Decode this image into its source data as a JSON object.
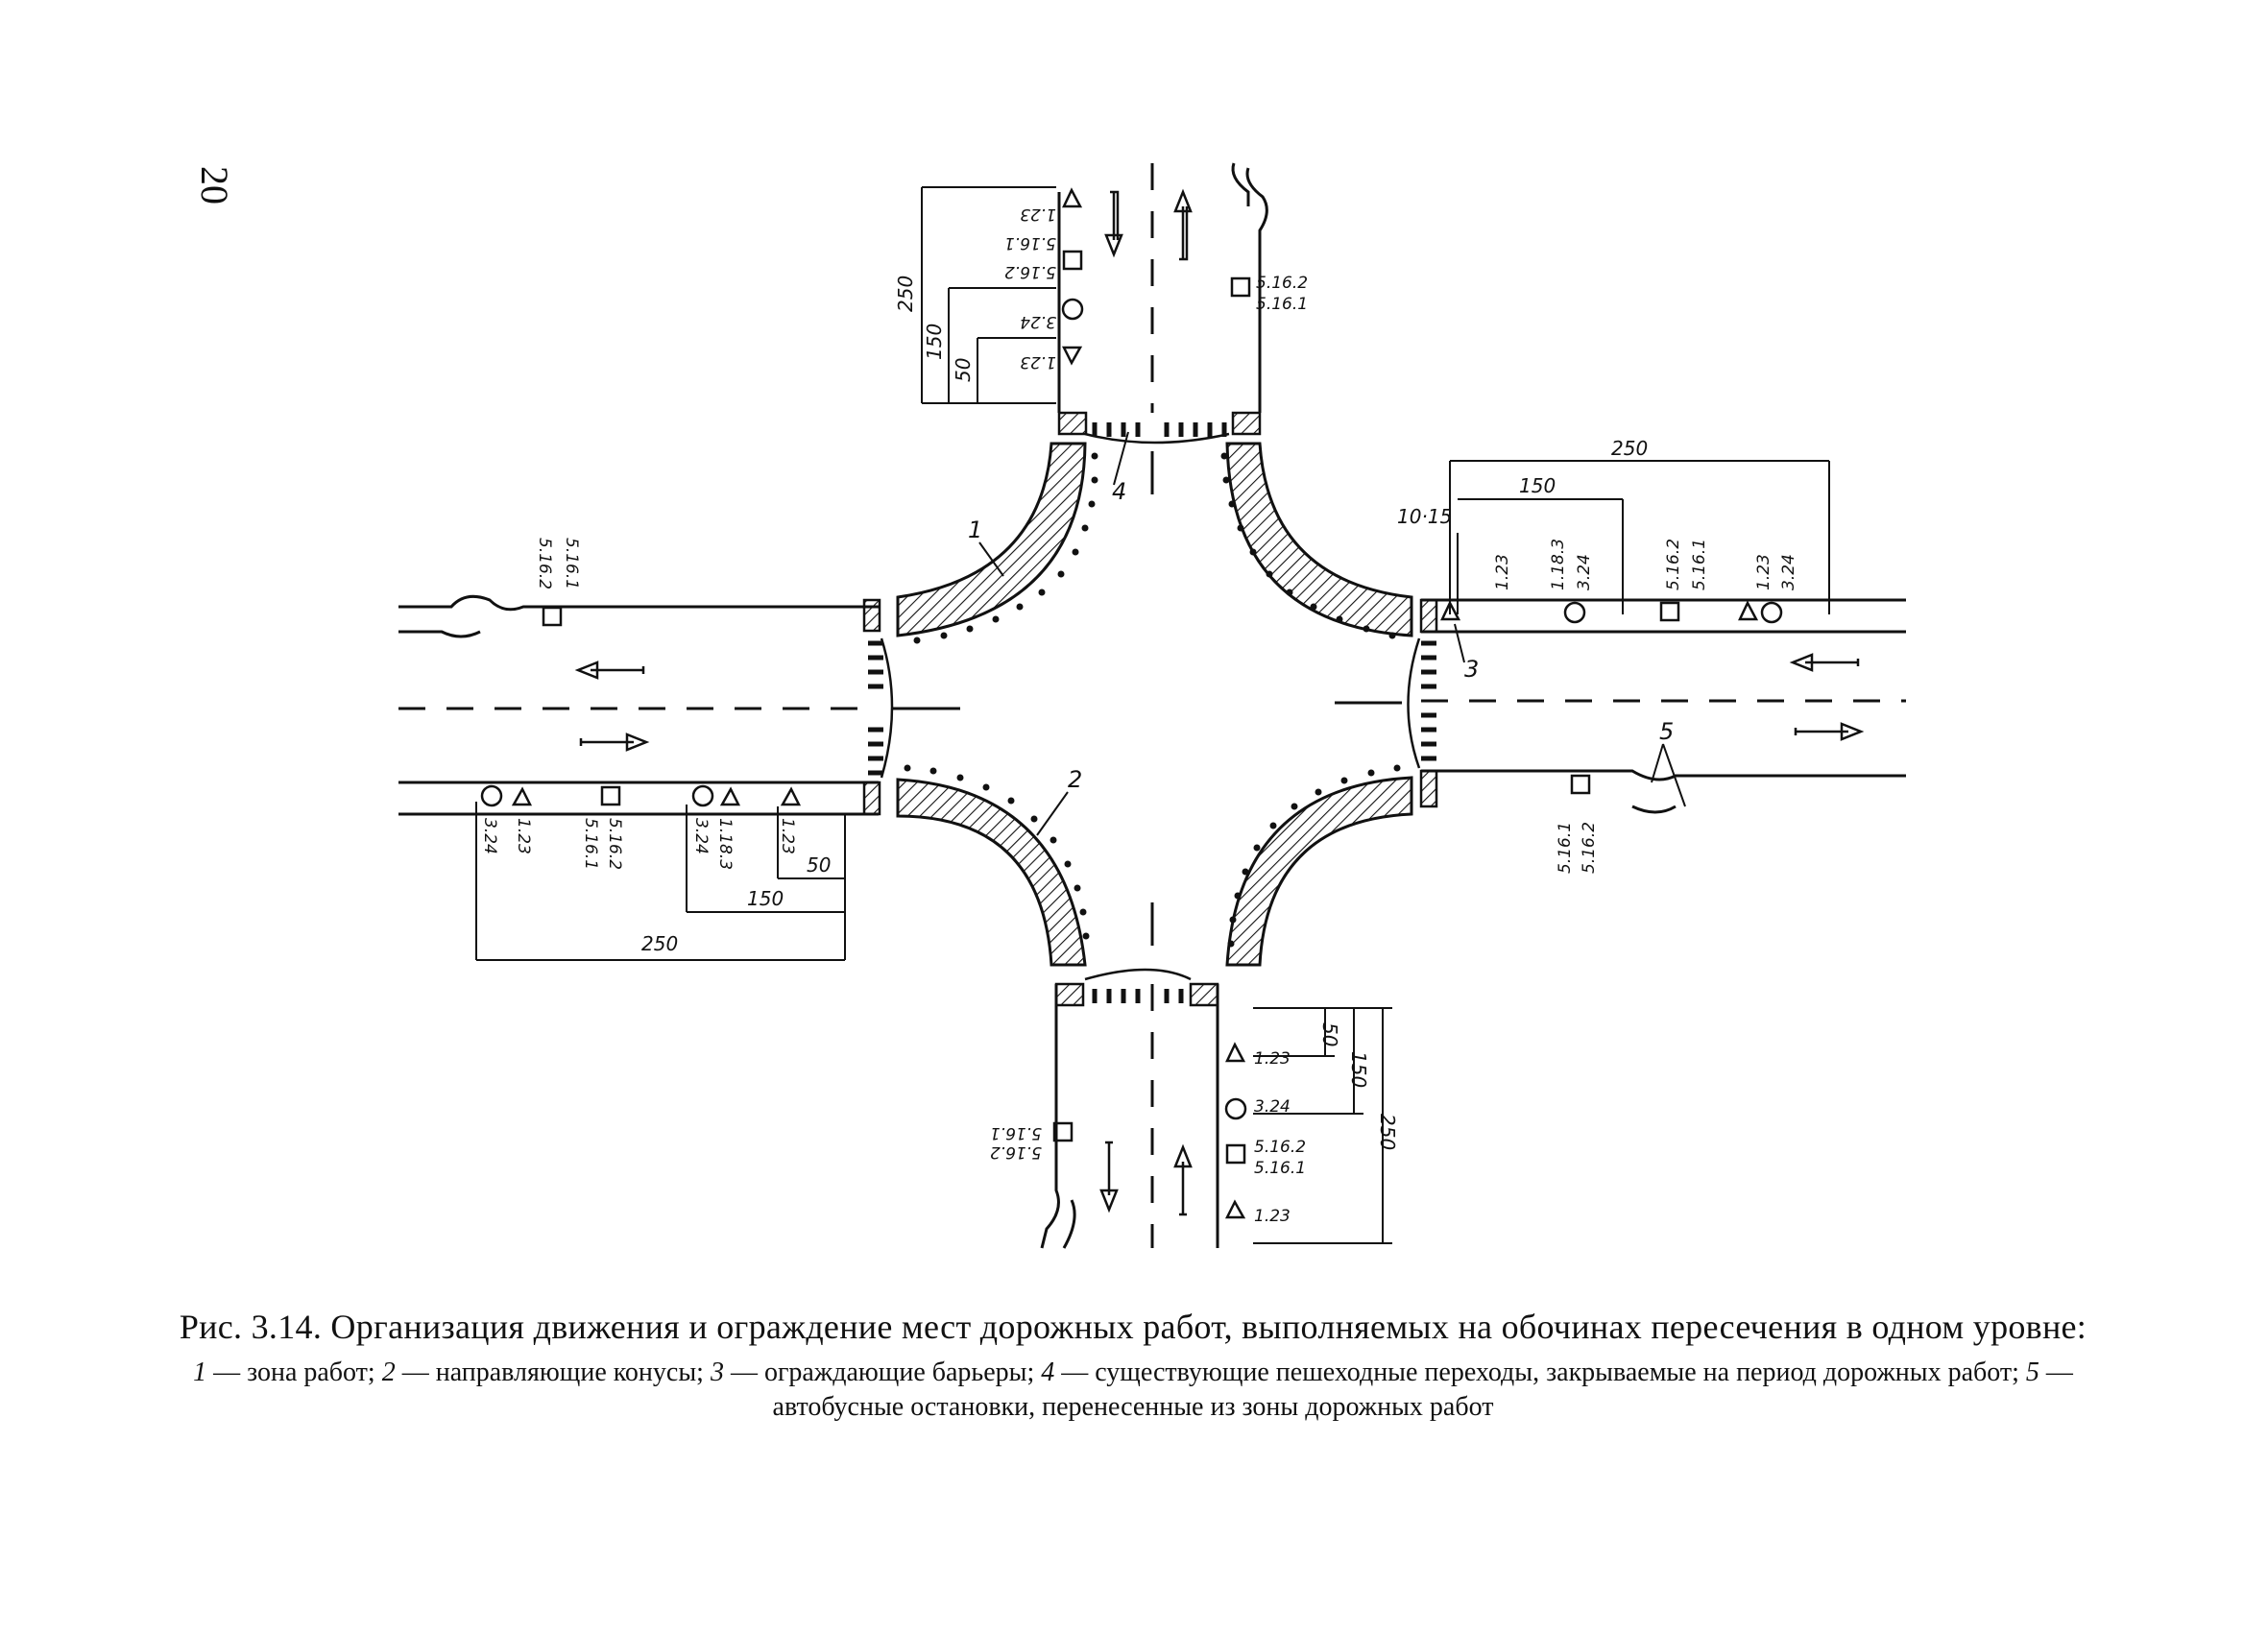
{
  "page_number": "20",
  "caption": {
    "title": "Рис. 3.14. Организация движения и ограждение мест дорожных работ, выполняемых на обочинах пересечения в одном уровне:",
    "legend": [
      {
        "n": "1",
        "text": " — зона работ; "
      },
      {
        "n": "2",
        "text": " — направляющие конусы; "
      },
      {
        "n": "3",
        "text": " — ограждающие барьеры; "
      },
      {
        "n": "4",
        "text": " — существующие пешеходные переходы, закрываемые на период дорожных работ; "
      },
      {
        "n": "5",
        "text": " — автобусные остановки, перенесенные из зоны дорожных работ"
      }
    ]
  },
  "callouts": [
    "1",
    "2",
    "3",
    "4",
    "5"
  ],
  "dimensions": {
    "d250": "250",
    "d150": "150",
    "d50": "50",
    "d10_15": "10·15"
  },
  "sign_labels": {
    "s123": "1.23",
    "s324": "3.24",
    "s1183": "1.18.3",
    "s5162": "5.16.2",
    "s5161": "5.16.1"
  }
}
